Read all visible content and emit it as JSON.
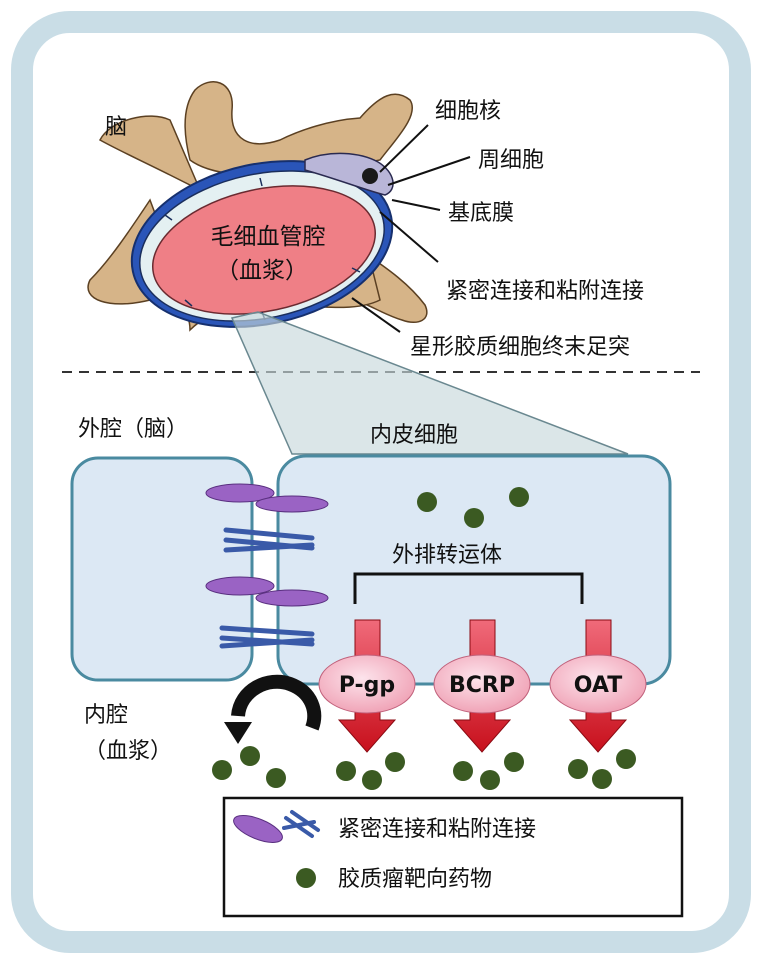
{
  "labels": {
    "brain": "脑",
    "nucleus": "细胞核",
    "pericyte": "周细胞",
    "basement_membrane": "基底膜",
    "tight_adherens_junction": "紧密连接和粘附连接",
    "astrocyte_endfoot": "星形胶质细胞终末足突",
    "capillary_lumen_line1": "毛细血管腔",
    "capillary_lumen_line2": "（血浆）",
    "abluminal": "外腔（脑）",
    "endothelial_cell": "内皮细胞",
    "efflux_transporters": "外排转运体",
    "luminal_line1": "内腔",
    "luminal_line2": "（血浆）"
  },
  "transporters": [
    {
      "name": "P-gp"
    },
    {
      "name": "BCRP"
    },
    {
      "name": "OAT"
    }
  ],
  "legend": {
    "junction_label": "紧密连接和粘附连接",
    "drug_label": "胶质瘤靶向药物"
  },
  "colors": {
    "frame_border": "#c9dde6",
    "cell_fill": "#dce8f4",
    "cell_border": "#4a8aa0",
    "lumen": "#ef7f86",
    "astrocyte": "#d6b488",
    "vessel_blue": "#2a55b8",
    "junction_purple": "#9a63c4",
    "junction_blue": "#3a5aa8",
    "drug_green": "#3b5a22",
    "arrow_red": "#d8202a",
    "transporter_pink": "#f5b6c6"
  }
}
